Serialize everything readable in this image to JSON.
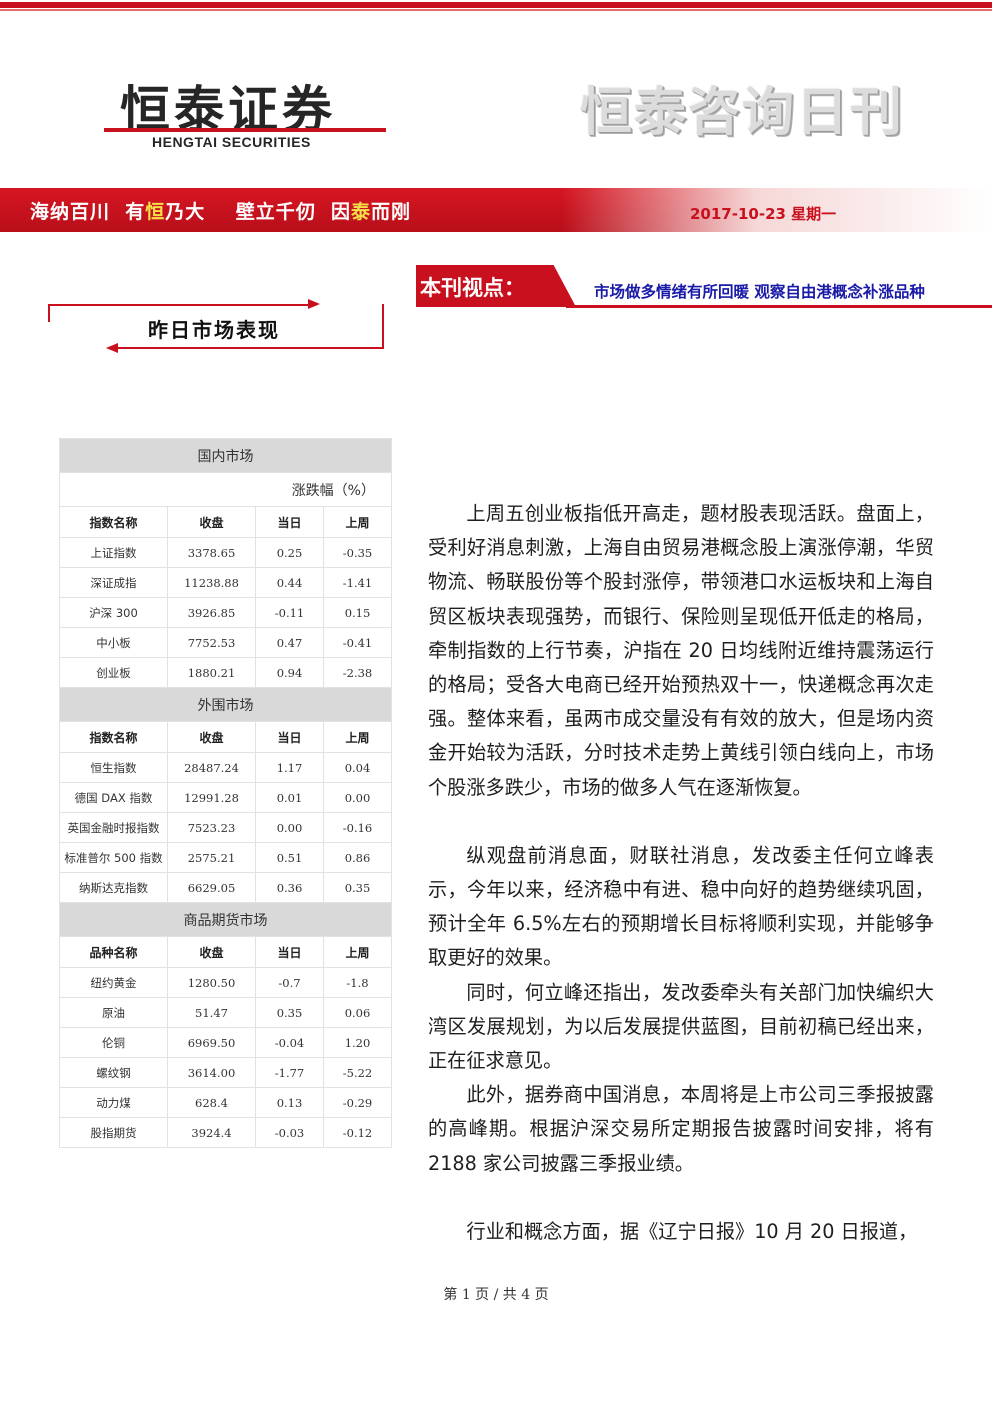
{
  "logo": {
    "name_cn": "恒泰证券",
    "name_en": "HENGTAI SECURITIES"
  },
  "publication_title": "恒泰咨询日刊",
  "banner": {
    "slogan_parts": [
      {
        "text": "海纳百川  有",
        "highlight": false
      },
      {
        "text": "恒",
        "highlight": true
      },
      {
        "text": "乃大    壁立千仞  因",
        "highlight": false
      },
      {
        "text": "泰",
        "highlight": true
      },
      {
        "text": "而刚",
        "highlight": false
      }
    ],
    "date": "2017-10-23  星期一"
  },
  "viewpoint": {
    "label": "本刊视点：",
    "text": "市场做多情绪有所回暖  观察自由港概念补涨品种"
  },
  "section_title": "昨日市场表现",
  "market_table": {
    "unit_label": "涨跌幅（%）",
    "groups": [
      {
        "title": "国内市场",
        "show_unit": true,
        "headers": [
          "指数名称",
          "收盘",
          "当日",
          "上周"
        ],
        "rows": [
          [
            "上证指数",
            "3378.65",
            "0.25",
            "-0.35"
          ],
          [
            "深证成指",
            "11238.88",
            "0.44",
            "-1.41"
          ],
          [
            "沪深 300",
            "3926.85",
            "-0.11",
            "0.15"
          ],
          [
            "中小板",
            "7752.53",
            "0.47",
            "-0.41"
          ],
          [
            "创业板",
            "1880.21",
            "0.94",
            "-2.38"
          ]
        ]
      },
      {
        "title": "外围市场",
        "show_unit": false,
        "headers": [
          "指数名称",
          "收盘",
          "当日",
          "上周"
        ],
        "rows": [
          [
            "恒生指数",
            "28487.24",
            "1.17",
            "0.04"
          ],
          [
            "德国 DAX 指数",
            "12991.28",
            "0.01",
            "0.00"
          ],
          [
            "英国金融时报指数",
            "7523.23",
            "0.00",
            "-0.16"
          ],
          [
            "标准普尔 500 指数",
            "2575.21",
            "0.51",
            "0.86"
          ],
          [
            "纳斯达克指数",
            "6629.05",
            "0.36",
            "0.35"
          ]
        ]
      },
      {
        "title": "商品期货市场",
        "show_unit": false,
        "headers": [
          "品种名称",
          "收盘",
          "当日",
          "上周"
        ],
        "rows": [
          [
            "纽约黄金",
            "1280.50",
            "-0.7",
            "-1.8"
          ],
          [
            "原油",
            "51.47",
            "0.35",
            "0.06"
          ],
          [
            "伦铜",
            "6969.50",
            "-0.04",
            "1.20"
          ],
          [
            "螺纹钢",
            "3614.00",
            "-1.77",
            "-5.22"
          ],
          [
            "动力煤",
            "628.4",
            "0.13",
            "-0.29"
          ],
          [
            "股指期货",
            "3924.4",
            "-0.03",
            "-0.12"
          ]
        ]
      }
    ]
  },
  "body": {
    "paragraphs": [
      "上周五创业板指低开高走，题材股表现活跃。盘面上，受利好消息刺激，上海自由贸易港概念股上演涨停潮，华贸物流、畅联股份等个股封涨停，带领港口水运板块和上海自贸区板块表现强势，而银行、保险则呈现低开低走的格局，牵制指数的上行节奏，沪指在 20 日均线附近维持震荡运行的格局；受各大电商已经开始预热双十一，快递概念再次走强。整体来看，虽两市成交量没有有效的放大，但是场内资金开始较为活跃，分时技术走势上黄线引领白线向上，市场个股涨多跌少，市场的做多人气在逐渐恢复。",
      "纵观盘前消息面，财联社消息，发改委主任何立峰表示，今年以来，经济稳中有进、稳中向好的趋势继续巩固，预计全年 6.5%左右的预期增长目标将顺利实现，并能够争取更好的效果。",
      "同时，何立峰还指出，发改委牵头有关部门加快编织大湾区发展规划，为以后发展提供蓝图，目前初稿已经出来，正在征求意见。",
      "此外，据券商中国消息，本周将是上市公司三季报披露的高峰期。根据沪深交易所定期报告披露时间安排，将有 2188 家公司披露三季报业绩。",
      "行业和概念方面，据《辽宁日报》10 月 20 日报道，"
    ]
  },
  "footer": {
    "page_info": "第 1 页  /  共 4 页"
  }
}
